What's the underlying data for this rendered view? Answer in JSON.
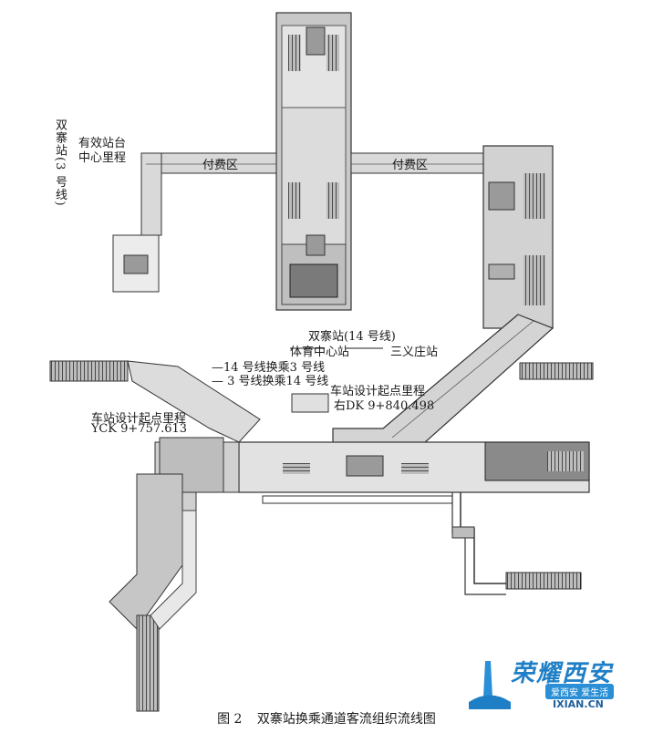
{
  "labels": {
    "shuangzhai_line3": "双寨站(3 号线)",
    "effective_platform_line1": "有效站台",
    "effective_platform_line2": "中心里程",
    "paid_area_left": "付费区",
    "paid_area_right": "付费区",
    "shuangzhai_line14": "双寨站(14 号线)",
    "sports_center_station": "体育中心站",
    "sanyizhuang_station": "三义庄站",
    "transfer_14_to_3": "14 号线换乘3 号线",
    "transfer_3_to_14": "3 号线换乘14 号线",
    "station_start_mileage_right_l1": "车站设计起点里程",
    "station_start_mileage_right_l2": "右DK 9+840.498",
    "station_start_mileage_left_l1": "车站设计起点里程",
    "station_start_mileage_left_l2": "YCK 9+757.613"
  },
  "caption": {
    "figure_no": "图 2",
    "title": "双寨站换乘通道客流组织流线图"
  },
  "watermark": {
    "brand": "荣耀西安",
    "slogan": "爱西安 爱生活",
    "site": "IXIAN.CN"
  },
  "colors": {
    "corridor_fill": "#d9d9d9",
    "structure_dark": "#4a4a4a",
    "line_stroke": "#333333",
    "brand_blue": "#1f7fc6"
  }
}
